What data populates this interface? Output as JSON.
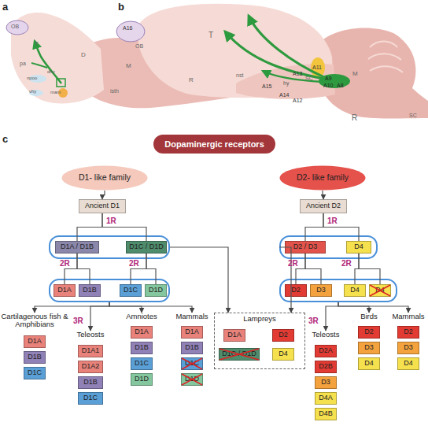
{
  "diagram": {
    "nodes": [
      {
        "text": [
          "Dopaminergic receptors"
        ]
      },
      {
        "text": [
          "D1- like family"
        ]
      },
      {
        "text": [
          "D2- like family"
        ]
      },
      {
        "text": [
          "Ancient D1"
        ]
      },
      {
        "text": [
          "Ancient D2"
        ]
      },
      {
        "text": []
      },
      {
        "text": [
          "D1A / D1B"
        ],
        "in": 5
      },
      {
        "text": [
          "D1C / D1D"
        ],
        "in": 5
      },
      {
        "text": []
      },
      {
        "text": [
          "D2 / D3"
        ],
        "in": 8
      },
      {
        "text": [
          "D4"
        ],
        "in": 8
      },
      {
        "text": []
      },
      {
        "text": [
          "D1A"
        ],
        "in": 11
      },
      {
        "text": [
          "D1B"
        ],
        "in": 11
      },
      {
        "text": [
          "D1C"
        ],
        "in": 11
      },
      {
        "text": [
          "D1D"
        ],
        "in": 11
      },
      {
        "text": []
      },
      {
        "text": [
          "D2"
        ],
        "in": 16
      },
      {
        "text": [
          "D3"
        ],
        "in": 16
      },
      {
        "text": [
          "D4"
        ],
        "in": 16
      },
      {
        "text": [
          "D4"
        ],
        "in": 16
      },
      {
        "text": [
          "Cartilagenous fish & Amphibians"
        ]
      },
      {
        "text": [
          "D1A"
        ],
        "in": 21
      },
      {
        "text": [
          "D1B"
        ],
        "in": 21
      },
      {
        "text": [
          "D1C"
        ],
        "in": 21
      },
      {
        "text": [
          "Teleosts"
        ]
      },
      {
        "text": [
          "D1A1"
        ],
        "in": 25
      },
      {
        "text": [
          "D1A2"
        ],
        "in": 25
      },
      {
        "text": [
          "D1B"
        ],
        "in": 25
      },
      {
        "text": [
          "D1C"
        ],
        "in": 25
      },
      {
        "text": [
          "Amniotes"
        ]
      },
      {
        "text": [
          "D1A"
        ],
        "in": 30
      },
      {
        "text": [
          "D1B"
        ],
        "in": 30
      },
      {
        "text": [
          "D1C"
        ],
        "in": 30
      },
      {
        "text": [
          "D1D"
        ],
        "in": 30
      },
      {
        "text": [
          "Mammals"
        ]
      },
      {
        "text": [
          "D1A"
        ],
        "in": 35
      },
      {
        "text": [
          "D1B"
        ],
        "in": 35
      },
      {
        "text": [
          "D1C"
        ],
        "in": 35
      },
      {
        "text": [
          "D1D"
        ],
        "in": 35
      },
      {
        "text": [
          "Lampreys"
        ]
      },
      {
        "text": [
          "D1A"
        ],
        "in": 40
      },
      {
        "text": [
          "D2"
        ],
        "in": 40
      },
      {
        "text": [
          "D1C / D1D"
        ],
        "in": 40
      },
      {
        "text": [
          "D4"
        ],
        "in": 40
      },
      {
        "text": [
          "Teleosts"
        ]
      },
      {
        "text": [
          "D2A"
        ],
        "in": 45
      },
      {
        "text": [
          "D2B"
        ],
        "in": 45
      },
      {
        "text": [
          "D3"
        ],
        "in": 45
      },
      {
        "text": [
          "D4A"
        ],
        "in": 45
      },
      {
        "text": [
          "D4B"
        ],
        "in": 45
      },
      {
        "text": [
          "Birds"
        ]
      },
      {
        "text": [
          "D2"
        ],
        "in": 51
      },
      {
        "text": [
          "D3"
        ],
        "in": 51
      },
      {
        "text": [
          "D4"
        ],
        "in": 51
      },
      {
        "text": [
          "Mammals"
        ]
      },
      {
        "text": [
          "D2"
        ],
        "in": 55
      },
      {
        "text": [
          "D3"
        ],
        "in": 55
      },
      {
        "text": [
          "D4"
        ],
        "in": 55
      }
    ],
    "edges": [
      {
        "from": 1,
        "to": 3,
        "arrow": "to"
      },
      {
        "from": 2,
        "to": 4,
        "arrow": "to"
      },
      {
        "from": 3,
        "to": 6,
        "arrow": "none",
        "label": "1R"
      },
      {
        "from": 3,
        "to": 7,
        "arrow": "none"
      },
      {
        "from": 4,
        "to": 9,
        "arrow": "none",
        "label": "1R"
      },
      {
        "from": 4,
        "to": 10,
        "arrow": "none"
      },
      {
        "from": 6,
        "to": 12,
        "arrow": "none",
        "label": "2R"
      },
      {
        "from": 6,
        "to": 13,
        "arrow": "none"
      },
      {
        "from": 7,
        "to": 14,
        "arrow": "none",
        "label": "2R"
      },
      {
        "from": 7,
        "to": 15,
        "arrow": "none"
      },
      {
        "from": 9,
        "to": 17,
        "arrow": "none",
        "label": "2R"
      },
      {
        "from": 9,
        "to": 18,
        "arrow": "none"
      },
      {
        "from": 10,
        "to": 19,
        "arrow": "none",
        "label": "2R"
      },
      {
        "from": 10,
        "to": 20,
        "arrow": "none"
      },
      {
        "from": 11,
        "to": 21,
        "arrow": "to"
      },
      {
        "from": 11,
        "to": 25,
        "arrow": "to",
        "label": "3R"
      },
      {
        "from": 11,
        "to": 30,
        "arrow": "to"
      },
      {
        "from": 11,
        "to": 35,
        "arrow": "to"
      },
      {
        "from": 5,
        "to": 40,
        "arrow": "to"
      },
      {
        "from": 8,
        "to": 40,
        "arrow": "to"
      },
      {
        "from": 16,
        "to": 45,
        "arrow": "to",
        "label": "3R"
      },
      {
        "from": 16,
        "to": 51,
        "arrow": "to"
      },
      {
        "from": 16,
        "to": 55,
        "arrow": "to"
      }
    ],
    "labels": [
      "a",
      "OB",
      "T",
      "pa",
      "D",
      "npoo",
      "dhy",
      "vhy",
      "mam",
      "M",
      "isth",
      "R",
      "nst",
      "SC",
      "b",
      "A16",
      "OB",
      "T",
      "A11",
      "A13",
      "hy",
      "A15",
      "A14",
      "A12",
      "A9",
      "A10",
      "A8",
      "M",
      "R",
      "SC",
      "c"
    ]
  }
}
